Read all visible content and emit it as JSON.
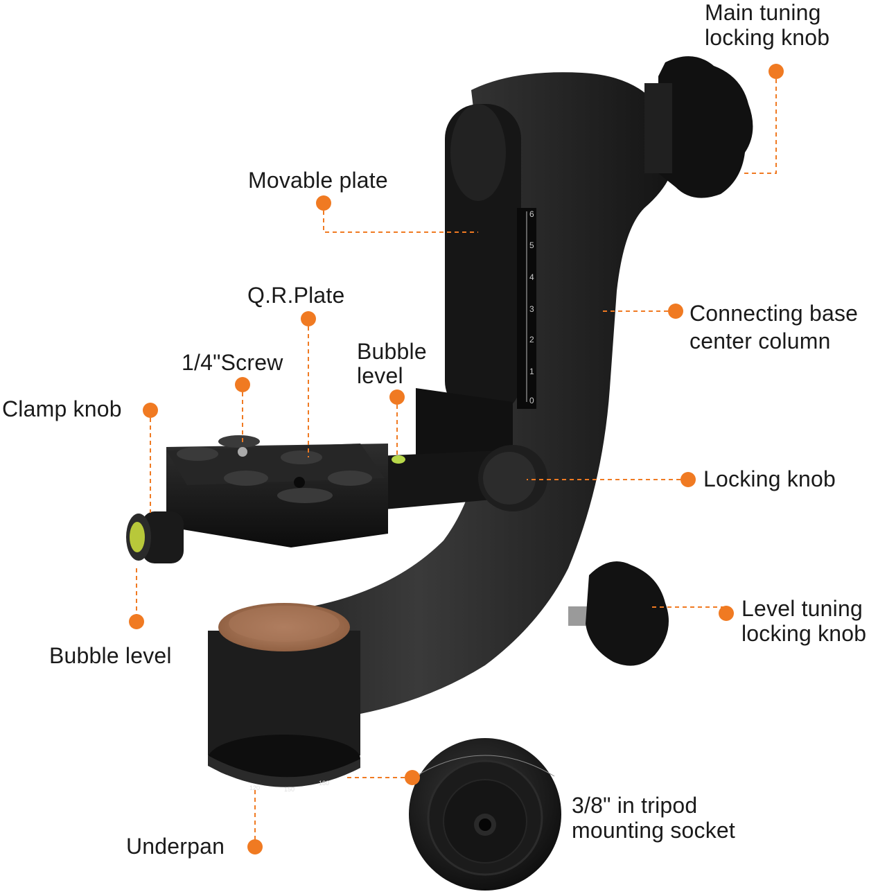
{
  "accent_color": "#f07a22",
  "callouts": {
    "main_tuning_knob": {
      "line1": "Main tuning",
      "line2": "locking knob"
    },
    "movable_plate": {
      "text": "Movable plate"
    },
    "qr_plate": {
      "text": "Q.R.Plate"
    },
    "screw": {
      "text": "1/4\"Screw"
    },
    "bubble_level_top": {
      "line1": "Bubble",
      "line2": "level"
    },
    "clamp_knob": {
      "text": "Clamp knob"
    },
    "connecting_base": {
      "line1": "Connecting base",
      "line2": "center column"
    },
    "locking_knob": {
      "text": "Locking knob"
    },
    "level_tuning_knob": {
      "line1": "Level tuning",
      "line2": "locking knob"
    },
    "bubble_level_bottom": {
      "text": "Bubble level"
    },
    "tripod_socket": {
      "line1": "3/8\" in tripod",
      "line2": "mounting socket"
    },
    "underpan": {
      "text": "Underpan"
    }
  },
  "scale_ticks": [
    "6",
    "5",
    "4",
    "3",
    "2",
    "1",
    "0"
  ],
  "dial_ticks": [
    "120",
    "150",
    "180"
  ],
  "icons": [
    "gimbal-head-illustration",
    "tripod-socket-illustration"
  ]
}
